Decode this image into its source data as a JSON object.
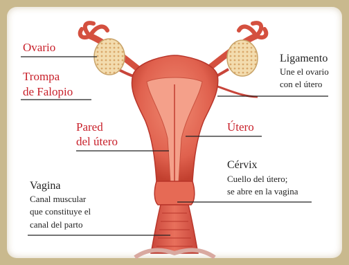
{
  "labels": {
    "ovario": "Ovario",
    "trompa_line1": "Trompa",
    "trompa_line2": "de Falopio",
    "ligamento_title": "Ligamento",
    "ligamento_desc1": "Une el ovario",
    "ligamento_desc2": "con el útero",
    "pared_line1": "Pared",
    "pared_line2": "del útero",
    "utero": "Útero",
    "cervix_title": "Cérvix",
    "cervix_desc1": "Cuello del útero;",
    "cervix_desc2": "se abre en la vagina",
    "vagina_title": "Vagina",
    "vagina_desc1": "Canal muscular",
    "vagina_desc2": "que constituye el",
    "vagina_desc3": "canal del parto"
  },
  "colors": {
    "label_red": "#c8202a",
    "text_dark": "#222222",
    "tissue": "#e0614e",
    "tissue_dark": "#b8352a",
    "tissue_light": "#f08a72",
    "ovary": "#f1d9a8",
    "frame": "#c9b98e"
  }
}
